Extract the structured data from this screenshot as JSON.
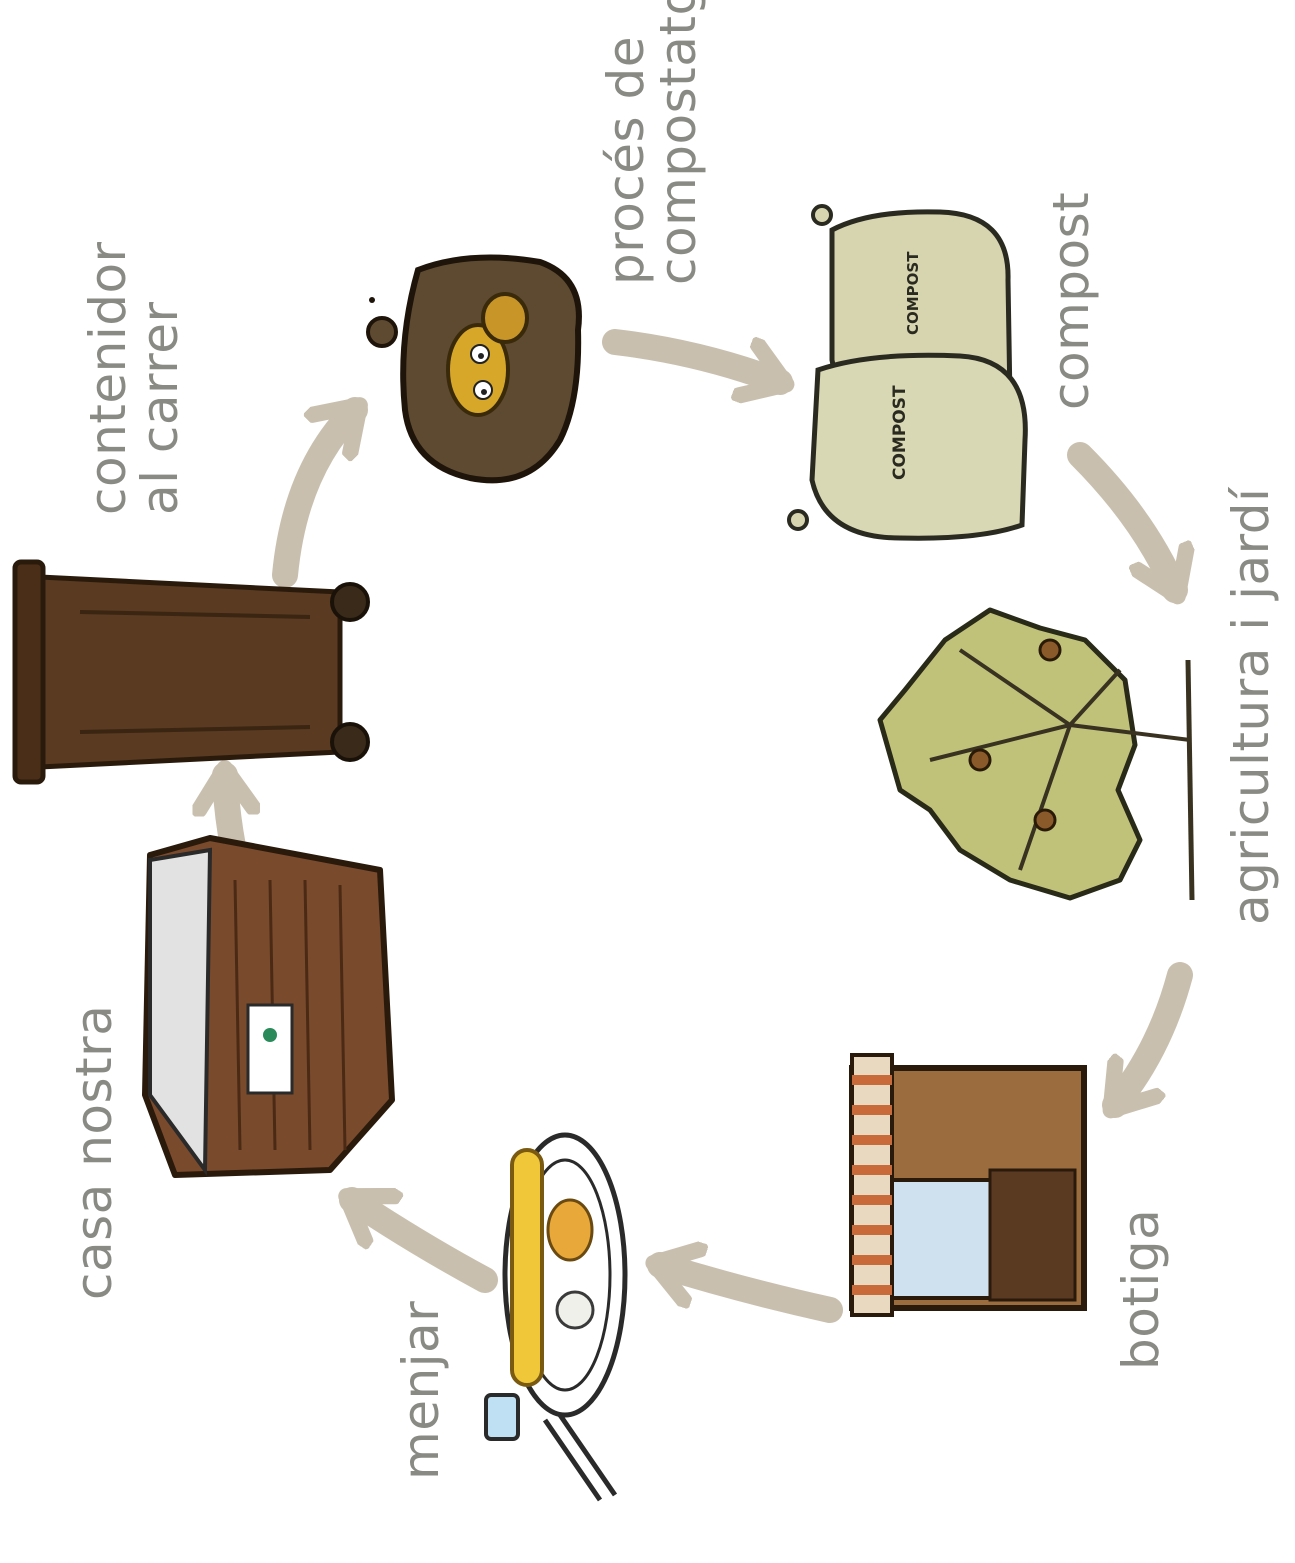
{
  "labels": {
    "contenidor": [
      "contenidor",
      "al carrer"
    ],
    "proces": [
      "procés de",
      "compostatge"
    ],
    "compost": "compost",
    "agricultura": "agricultura i jardí",
    "botiga": "botiga",
    "menjar": "menjar",
    "casa": "casa nostra"
  },
  "sacks": {
    "brand": "COMPOST"
  },
  "colors": {
    "arrow": "#c9bfae",
    "text": "#8a8a84",
    "bin": "#5a3a20",
    "heap": "#5e4a30",
    "sack": "#d6d5b0",
    "leaf": "#c1c27a",
    "shop_wall": "#9a6c3e",
    "crate": "#7a4a2c",
    "bread": "#f1c73a"
  }
}
